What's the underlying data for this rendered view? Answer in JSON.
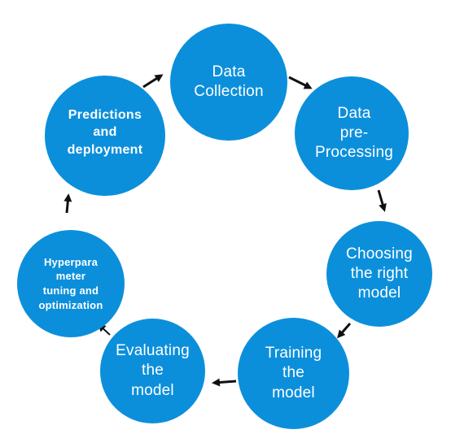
{
  "colors": {
    "node_fill": "#0C8FDB",
    "node_text": "#FFFFFF",
    "arrow": "#111111",
    "background": "#FFFFFF"
  },
  "nodes": [
    {
      "key": "data-collection",
      "label": "Data\nCollection"
    },
    {
      "key": "data-preprocessing",
      "label": "Data\npre-\nProcessing"
    },
    {
      "key": "choosing-model",
      "label": "Choosing\nthe right\nmodel"
    },
    {
      "key": "training-model",
      "label": "Training\nthe\nmodel"
    },
    {
      "key": "evaluating-model",
      "label": "Evaluating\nthe\nmodel"
    },
    {
      "key": "hyperparameter",
      "label": "Hyperpara\nmeter\ntuning and\noptimization"
    },
    {
      "key": "predictions",
      "label": "Predictions\nand\ndeployment"
    }
  ],
  "edges": [
    {
      "from": "data-collection",
      "to": "data-preprocessing"
    },
    {
      "from": "data-preprocessing",
      "to": "choosing-model"
    },
    {
      "from": "choosing-model",
      "to": "training-model"
    },
    {
      "from": "training-model",
      "to": "evaluating-model"
    },
    {
      "from": "evaluating-model",
      "to": "hyperparameter"
    },
    {
      "from": "hyperparameter",
      "to": "predictions"
    },
    {
      "from": "predictions",
      "to": "data-collection"
    }
  ]
}
